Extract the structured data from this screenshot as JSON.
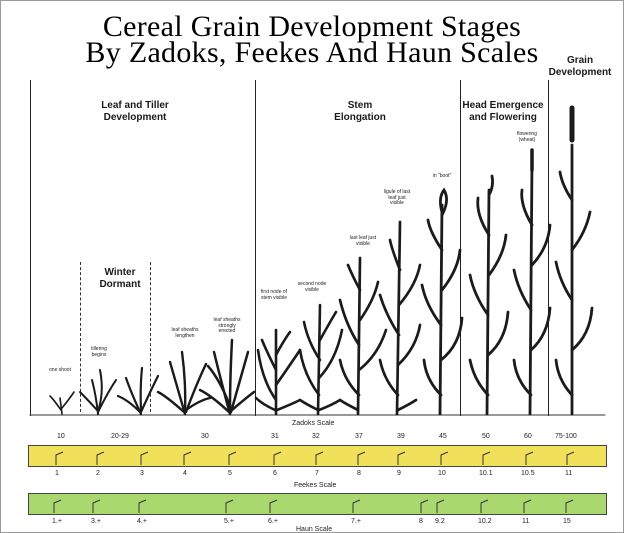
{
  "title": {
    "line1": "Cereal Grain Development Stages",
    "line2": "By Zadoks, Feekes And Haun Scales"
  },
  "stages": {
    "grain_line1": "Grain",
    "grain_line2": "Development",
    "leaf_line1": "Leaf and Tiller",
    "leaf_line2": "Development",
    "winter_line1": "Winter",
    "winter_line2": "Dormant",
    "stem_line1": "Stem",
    "stem_line2": "Elongation",
    "head_line1": "Head Emergence",
    "head_line2": "and Flowering"
  },
  "annotations": {
    "one_shoot": "one shoot",
    "tillering": "tillering begins",
    "leaf_sheaths": "leaf sheaths lengthen",
    "leaf_sheaths_erect": "leaf sheaths strongly erected",
    "first_node": "first node of stem visible",
    "second_node": "second node visible",
    "last_leaf": "last leaf just visible",
    "ligule": "ligule of last leaf just visible",
    "in_boot": "in \"boot\"",
    "flowering": "flowering (wheat)"
  },
  "scales": {
    "zadoks_label": "Zadoks Scale",
    "feekes_label": "Feekes Scale",
    "haun_label": "Haun Scale",
    "zadoks": [
      "10",
      "20-29",
      "30",
      "31",
      "32",
      "37",
      "39",
      "45",
      "50",
      "60",
      "75-100"
    ],
    "feekes": [
      "1",
      "2",
      "3",
      "4",
      "5",
      "6",
      "7",
      "8",
      "9",
      "10",
      "10.1",
      "10.5",
      "11"
    ],
    "haun": [
      "1.+",
      "3.+",
      "4.+",
      "5.+",
      "6.+",
      "7.+",
      "8",
      "9.2",
      "10.2",
      "11",
      "15"
    ]
  },
  "colors": {
    "feekes_bar": "#f1e05a",
    "haun_bar": "#a9d86e",
    "plant": "#1b1b1b"
  }
}
